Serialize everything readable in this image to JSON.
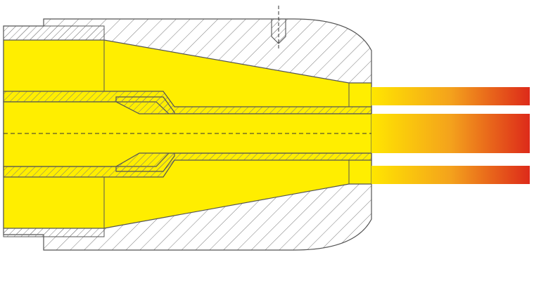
{
  "diagram": {
    "kind": "cross-section drawing",
    "colors": {
      "background": "#ffffff",
      "flow_fill": "#ffee00",
      "outline": "#555555",
      "hatch": "#7a7a7a",
      "centerline": "#333333",
      "gradient_start": "#ffe600",
      "gradient_mid": "#f4a21c",
      "gradient_end": "#dd2a1a"
    },
    "parts": [
      {
        "name": "nozzle-body",
        "appearance": "hatched"
      },
      {
        "name": "conical-flow-channel",
        "appearance": "yellow"
      },
      {
        "name": "inner-tube",
        "appearance": "hatched"
      },
      {
        "name": "center-core",
        "appearance": "yellow"
      },
      {
        "name": "set-screw",
        "appearance": "hatched"
      },
      {
        "name": "outer-jet-top",
        "appearance": "gradient"
      },
      {
        "name": "center-jet",
        "appearance": "gradient"
      },
      {
        "name": "outer-jet-bottom",
        "appearance": "gradient"
      }
    ]
  }
}
